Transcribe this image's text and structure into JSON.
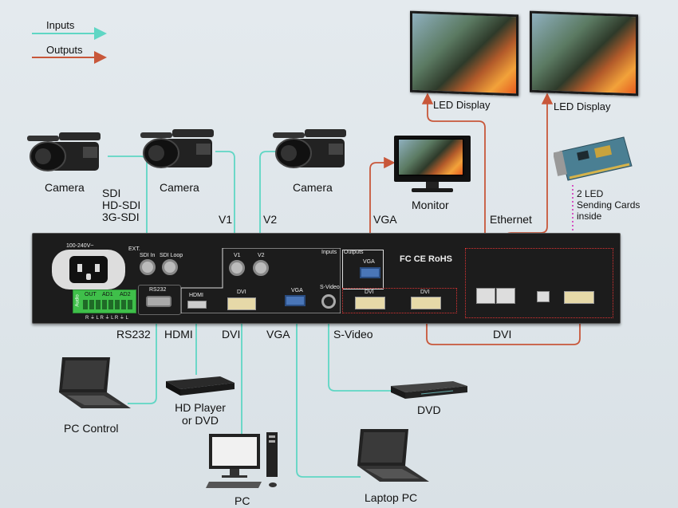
{
  "legend": {
    "inputs": "Inputs",
    "outputs": "Outputs",
    "input_color": "#5fd6c4",
    "output_color": "#c8573a"
  },
  "devices": {
    "led_display_1": "LED Display",
    "led_display_2": "LED Display",
    "monitor": "Monitor",
    "camera_1": "Camera",
    "camera_2": "Camera",
    "camera_3": "Camera",
    "sending_cards": "2 LED\nSending Cards\ninside",
    "pc_control": "PC Control",
    "hd_player": "HD Player\nor DVD",
    "pc": "PC",
    "laptop_pc": "Laptop PC",
    "dvd": "DVD"
  },
  "signals": {
    "sdi": "SDI\nHD-SDI\n3G-SDI",
    "v1": "V1",
    "v2": "V2",
    "vga_out": "VGA",
    "ethernet": "Ethernet",
    "rs232": "RS232",
    "hdmi": "HDMI",
    "dvi_in": "DVI",
    "vga_in": "VGA",
    "svideo": "S-Video",
    "dvi_out": "DVI"
  },
  "panel": {
    "power": "100-240V~",
    "ext": "EXT.",
    "sdi_in": "SDI In",
    "sdi_loop": "SDI Loop",
    "audio": "Audio",
    "out": "OUT",
    "ad1": "AD1",
    "ad2": "AD2",
    "audio_pins": "R ⏚ L R ⏚ L R ⏚ L",
    "rs232": "RS232",
    "hdmi": "HDMI",
    "dvi": "DVI",
    "v1": "V1",
    "v2": "V2",
    "vga": "VGA",
    "svideo": "S-Video",
    "inputs": "Inputs",
    "outputs": "Outputs",
    "out_vga": "VGA",
    "out_dvi_1": "DVI",
    "out_dvi_2": "DVI",
    "certs": "FC CE RoHS"
  }
}
